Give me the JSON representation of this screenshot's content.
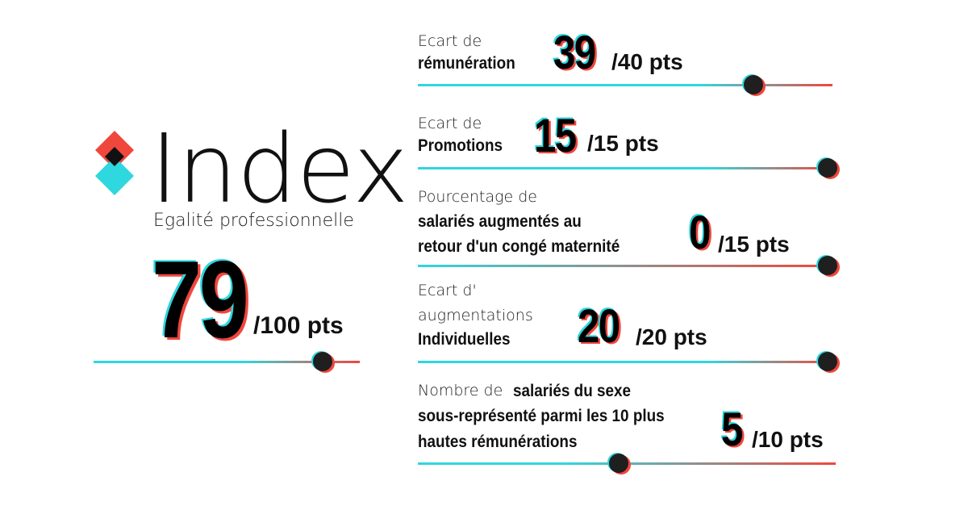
{
  "brand": {
    "title": "Index",
    "subtitle": "Egalité professionnelle",
    "colors": {
      "red": "#f0473c",
      "cyan": "#2fd7de",
      "dark": "#111111"
    }
  },
  "total": {
    "score": "79",
    "unit": "/100 pts",
    "value": 79,
    "max": 100
  },
  "indicators": [
    {
      "label_light": "Ecart de",
      "label_bold": "rémunération",
      "score": "39",
      "unit": "/40 pts",
      "value": 39,
      "max": 40
    },
    {
      "label_light": "Ecart de",
      "label_bold": "Promotions",
      "score": "15",
      "unit": "/15 pts",
      "value": 15,
      "max": 15
    },
    {
      "label_light": "Pourcentage de",
      "label_bold_1": "salariés augmentés au",
      "label_bold_2": "retour d'un congé maternité",
      "score": "0",
      "unit": "/15 pts",
      "value": 0,
      "max": 15
    },
    {
      "label_light_1": "Ecart d'",
      "label_light_2": "augmentations",
      "label_bold": "Individuelles",
      "score": "20",
      "unit": "/20 pts",
      "value": 20,
      "max": 20
    },
    {
      "label_light": "Nombre de",
      "label_bold_1": "salariés du sexe",
      "label_bold_2": "sous-représenté parmi les 10 plus",
      "label_bold_3": "hautes rémunérations",
      "score": "5",
      "unit": "/10 pts",
      "value": 5,
      "max": 10
    }
  ]
}
